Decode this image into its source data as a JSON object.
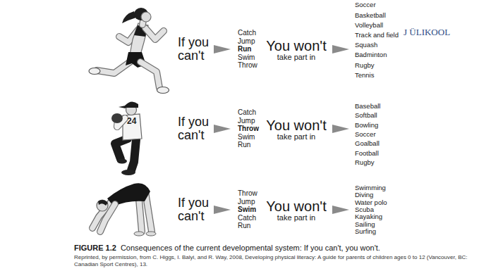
{
  "diagram": {
    "caption": "Consequences of the current developmental system: If you can't, you won't.",
    "labels": [
      "J ÜLIKOOL",
      "If you can't",
      "Catch",
      "Jump",
      "Run",
      "Swim",
      "Throw",
      "You won't",
      "take part in",
      "Soccer",
      "Basketball",
      "Volleyball",
      "Track and field",
      "Squash",
      "Badminton",
      "Rugby",
      "Tennis",
      "24",
      "If you can't",
      "Catch",
      "Jump",
      "Throw",
      "Swim",
      "Run",
      "You won't",
      "take part in",
      "Baseball",
      "Softball",
      "Bowling",
      "Soccer",
      "Goalball",
      "Football",
      "Rugby",
      "If you can't",
      "Throw",
      "Jump",
      "Swim",
      "Catch",
      "Run",
      "You won't",
      "take part in",
      "Swimming",
      "Diving",
      "Water polo",
      "Scuba",
      "Kayaking",
      "Sailing",
      "Surfing",
      "FIGURE 1.2",
      "Reprinted, by permission, from C. Higgs, I. Balyi, and R. Way, 2008, Developing physical literacy: A guide for parents of children ages 0 to 12 (Vancouver, BC: Canadian Sport Centres), 13."
    ]
  }
}
